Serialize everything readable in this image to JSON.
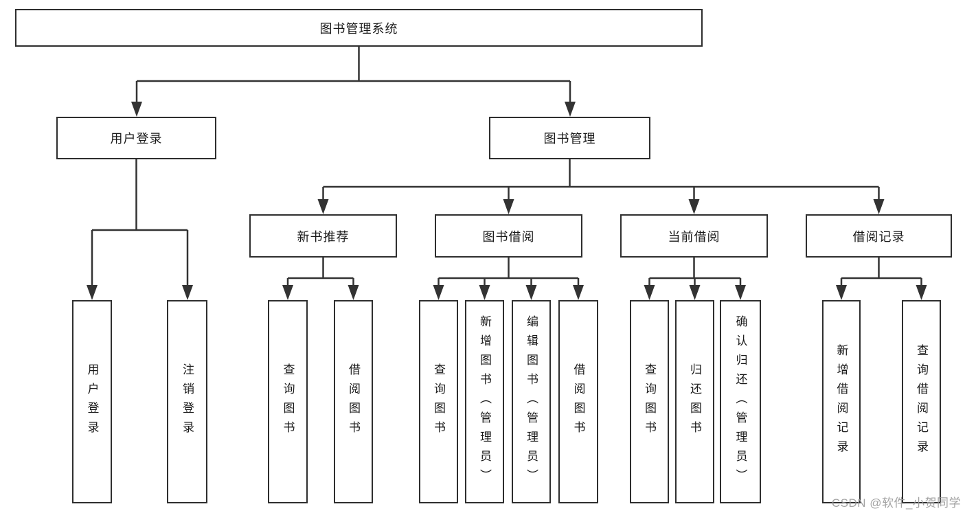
{
  "diagram": {
    "title": "图书管理系统",
    "colors": {
      "line": "#333333",
      "box_border": "#2e2e2e",
      "box_fill": "#ffffff",
      "text": "#1a1a1a",
      "watermark": "#9a9a9a"
    },
    "nodes": {
      "root": {
        "label": "图书管理系统"
      },
      "branches": [
        {
          "label": "用户登录",
          "children": [
            {
              "label": "用户登录"
            },
            {
              "label": "注销登录"
            }
          ]
        },
        {
          "label": "图书管理",
          "children": [
            {
              "label": "新书推荐",
              "children": [
                {
                  "label": "查询图书"
                },
                {
                  "label": "借阅图书"
                }
              ]
            },
            {
              "label": "图书借阅",
              "children": [
                {
                  "label": "查询图书"
                },
                {
                  "label": "新增图书（管理员）"
                },
                {
                  "label": "编辑图书（管理员）"
                },
                {
                  "label": "借阅图书"
                }
              ]
            },
            {
              "label": "当前借阅",
              "children": [
                {
                  "label": "查询图书"
                },
                {
                  "label": "归还图书"
                },
                {
                  "label": "确认归还（管理员）"
                }
              ]
            },
            {
              "label": "借阅记录",
              "children": [
                {
                  "label": "新增借阅记录"
                },
                {
                  "label": "查询借阅记录"
                }
              ]
            }
          ]
        }
      ]
    }
  },
  "watermark": {
    "text": "CSDN @软件_小贺同学"
  }
}
